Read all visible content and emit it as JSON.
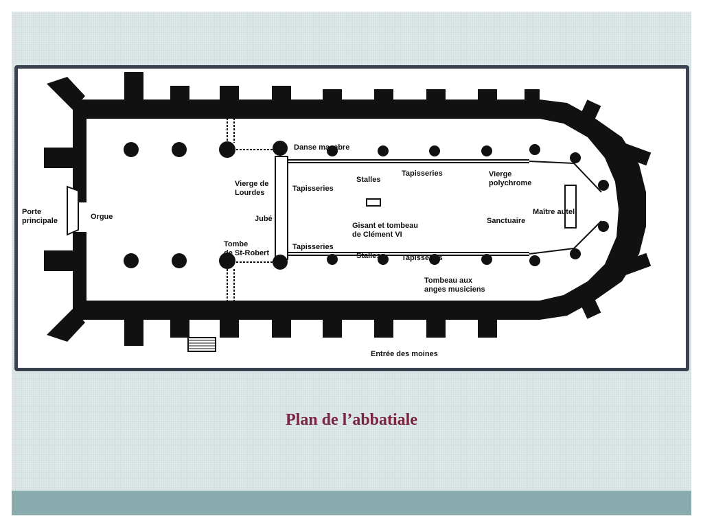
{
  "caption": "Plan de l’abbatiale",
  "labels": {
    "porte_principale_1": "Porte",
    "porte_principale_2": "principale",
    "orgue": "Orgue",
    "danse_macabre": "Danse macabre",
    "vierge_lourdes_1": "Vierge de",
    "vierge_lourdes_2": "Lourdes",
    "jube": "Jubé",
    "tombe_st_robert_1": "Tombe",
    "tombe_st_robert_2": "de St-Robert",
    "tapisseries_upper_left": "Tapisseries",
    "tapisseries_lower_left": "Tapisseries",
    "tapisseries_upper_right": "Tapisseries",
    "tapisseries_lower_right": "Tapisseries",
    "stalles_upper": "Stalles",
    "stalles_lower": "Stalles",
    "gisant_1": "Gisant et tombeau",
    "gisant_2": "de Clément VI",
    "vierge_polychrome_1": "Vierge",
    "vierge_polychrome_2": "polychrome",
    "sanctuaire": "Sanctuaire",
    "maitre_autel": "Maître autel",
    "tombeau_anges_1": "Tombeau aux",
    "tombeau_anges_2": "anges musiciens",
    "entree_moines": "Entrée des moines"
  },
  "colors": {
    "slide_background": "#d3dfe1",
    "footer_band": "#8aabad",
    "frame_border": "#3a4150",
    "caption": "#7b2440",
    "walls": "#111111"
  }
}
